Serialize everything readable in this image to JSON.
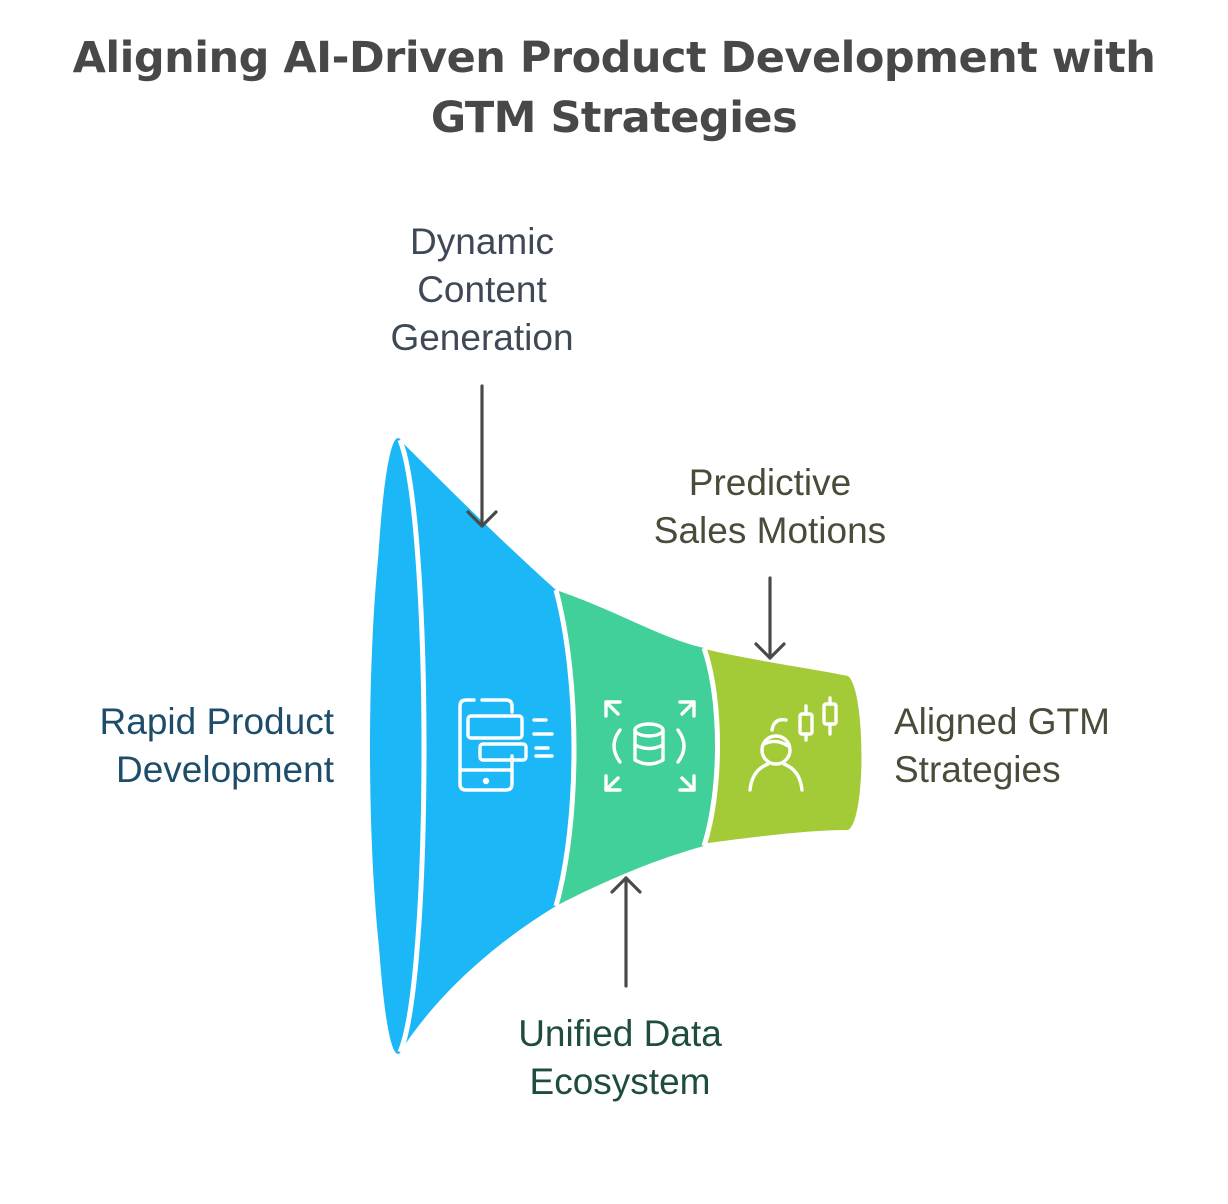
{
  "title": {
    "line1": "Aligning AI-Driven Product Development with",
    "line2": "GTM Strategies"
  },
  "stages": [
    {
      "id": "dynamic",
      "lines": [
        "Dynamic",
        "Content",
        "Generation"
      ],
      "color": "#1bb7f7",
      "icon": "mobile-chat-icon"
    },
    {
      "id": "unified",
      "lines": [
        "Unified Data",
        "Ecosystem"
      ],
      "color": "#41cf9a",
      "icon": "database-expand-icon"
    },
    {
      "id": "predictive",
      "lines": [
        "Predictive",
        "Sales Motions"
      ],
      "color": "#a3cb38",
      "icon": "person-candlestick-icon"
    }
  ],
  "input_label": {
    "lines": [
      "Rapid Product",
      "Development"
    ]
  },
  "output_label": {
    "lines": [
      "Aligned GTM",
      "Strategies"
    ]
  },
  "colors": {
    "title": "#484848",
    "blue": "#1bb7f7",
    "green": "#41cf9a",
    "lime": "#a3cb38",
    "arrow": "#4a4a4a"
  }
}
